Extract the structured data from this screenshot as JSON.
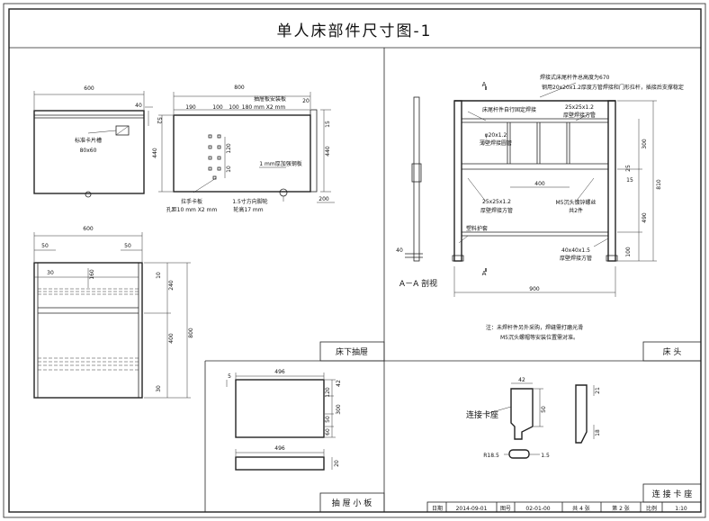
{
  "title": "单人床部件尺寸图-1",
  "sections": {
    "drawer_bottom": "床下抽屉",
    "bed_head": "床     头",
    "drawer_board": "抽 屉 小 板",
    "connector": "连 接 卡 座"
  },
  "top_left": {
    "dim_width": "600",
    "dim_40": "40",
    "dim_52": "52",
    "label_card": "标准卡片槽",
    "label_card_size": "80x60"
  },
  "top_mid": {
    "dim_width": "800",
    "dim_190": "190",
    "dim_100a": "100",
    "dim_100b": "100",
    "dim_20": "20",
    "label_hole": "180 mm X2 mm",
    "label_wood": "抽屉板安装板",
    "dim_440": "440",
    "dim_440r": "440",
    "dim_120": "120",
    "dim_10": "10",
    "dim_15": "15",
    "dim_200": "200",
    "label_plate": "1 mm厚加强钢板",
    "label_handle1": "拉手卡板",
    "label_handle2": "孔距10 mm X2 mm",
    "label_lock1": "1.5寸方向脚轮",
    "label_lock2": "轮高17 mm"
  },
  "bottom_left": {
    "dim_width": "600",
    "dim_50a": "50",
    "dim_50b": "50",
    "dim_30": "30",
    "dim_160": "160",
    "dim_10": "10",
    "dim_240": "240",
    "dim_400": "400",
    "dim_800": "800",
    "dim_30b": "30"
  },
  "right_top": {
    "label_a1": "A",
    "label_a2": "A",
    "section_label": "A－A 剖视",
    "note_top1": "焊接式床尾杆件总高度为670",
    "note_top2": "钢用20x20x1.2厚度方管焊接和门形拉杆，插接后支撑稳定",
    "label_rail": "床尾杆件自行固定焊接",
    "label_tube1": "25x25x1.2",
    "label_tube1b": "厚壁焊接方管",
    "label_pipe": "φ20x1.2",
    "label_pipe_b": "薄壁焊接圆管",
    "label_tube2": "25x25x1.2",
    "label_tube2b": "厚壁焊接方管",
    "label_bolt": "M5沉头镀锌螺丝",
    "label_bolt_b": "共2件",
    "label_foot": "塑料护套",
    "label_tube3": "40x40x1.5",
    "label_tube3b": "厚壁焊接方管",
    "dim_400": "400",
    "dim_900": "900",
    "dim_300": "300",
    "dim_810": "810",
    "dim_490": "490",
    "dim_100": "100",
    "dim_25": "25",
    "dim_15": "15",
    "dim_40": "40",
    "note_bottom1": "注：未焊杆件另外采购，焊缝需打磨光滑",
    "note_bottom2": "M5沉头螺帽等安装位置需对准。"
  },
  "drawer_board": {
    "dim_496a": "496",
    "dim_496b": "496",
    "dim_5": "5",
    "dim_42": "42",
    "dim_300": "300",
    "dim_120": "120",
    "dim_50": "50",
    "dim_60": "60",
    "dim_20": "20"
  },
  "connector": {
    "label": "连接卡座",
    "dim_42": "42",
    "dim_50": "50",
    "dim_21": "21",
    "dim_18": "18",
    "dim_r": "R18.5",
    "dim_15": "1.5"
  },
  "title_block": {
    "date_label": "日期",
    "date": "2014-09-01",
    "drawing_no_label": "图号",
    "drawing_no": "02-01-00",
    "total": "共 4 张",
    "page": "第 2 张",
    "scale_label": "比例",
    "scale": "1:10"
  }
}
